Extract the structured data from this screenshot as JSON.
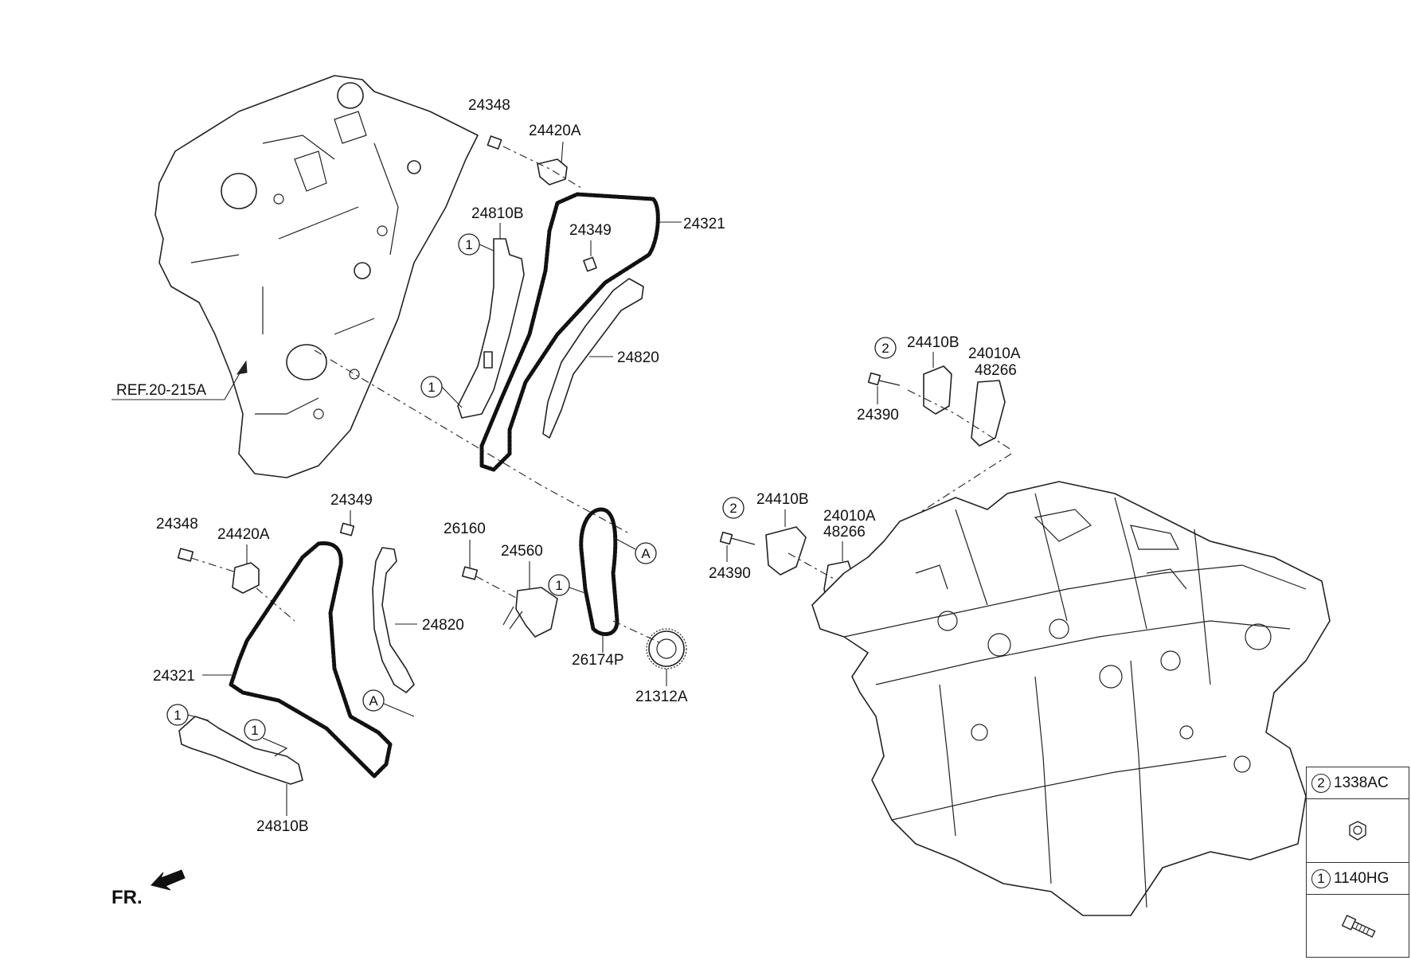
{
  "labels": {
    "top_24348": "24348",
    "top_24420A": "24420A",
    "top_24321": "24321",
    "top_24349": "24349",
    "top_24810B": "24810B",
    "top_24820": "24820",
    "ref": "REF.20-215A",
    "r_24410B": "24410B",
    "r_24010A": "24010A",
    "r_48266": "48266",
    "r_24390": "24390",
    "m_24410B": "24410B",
    "m_24010A": "24010A",
    "m_48266": "48266",
    "m_24390": "24390",
    "b_24349": "24349",
    "b_24348": "24348",
    "b_24420A": "24420A",
    "b_24820": "24820",
    "b_24321": "24321",
    "b_24810B": "24810B",
    "c_26160": "26160",
    "c_24560": "24560",
    "c_26174P": "26174P",
    "c_21312A": "21312A",
    "front": "FR."
  },
  "callouts": {
    "one": "1",
    "two": "2",
    "a": "A"
  },
  "legend": {
    "row2_num": "2",
    "row2_part": "1338AC",
    "row1_num": "1",
    "row1_part": "1140HG"
  }
}
